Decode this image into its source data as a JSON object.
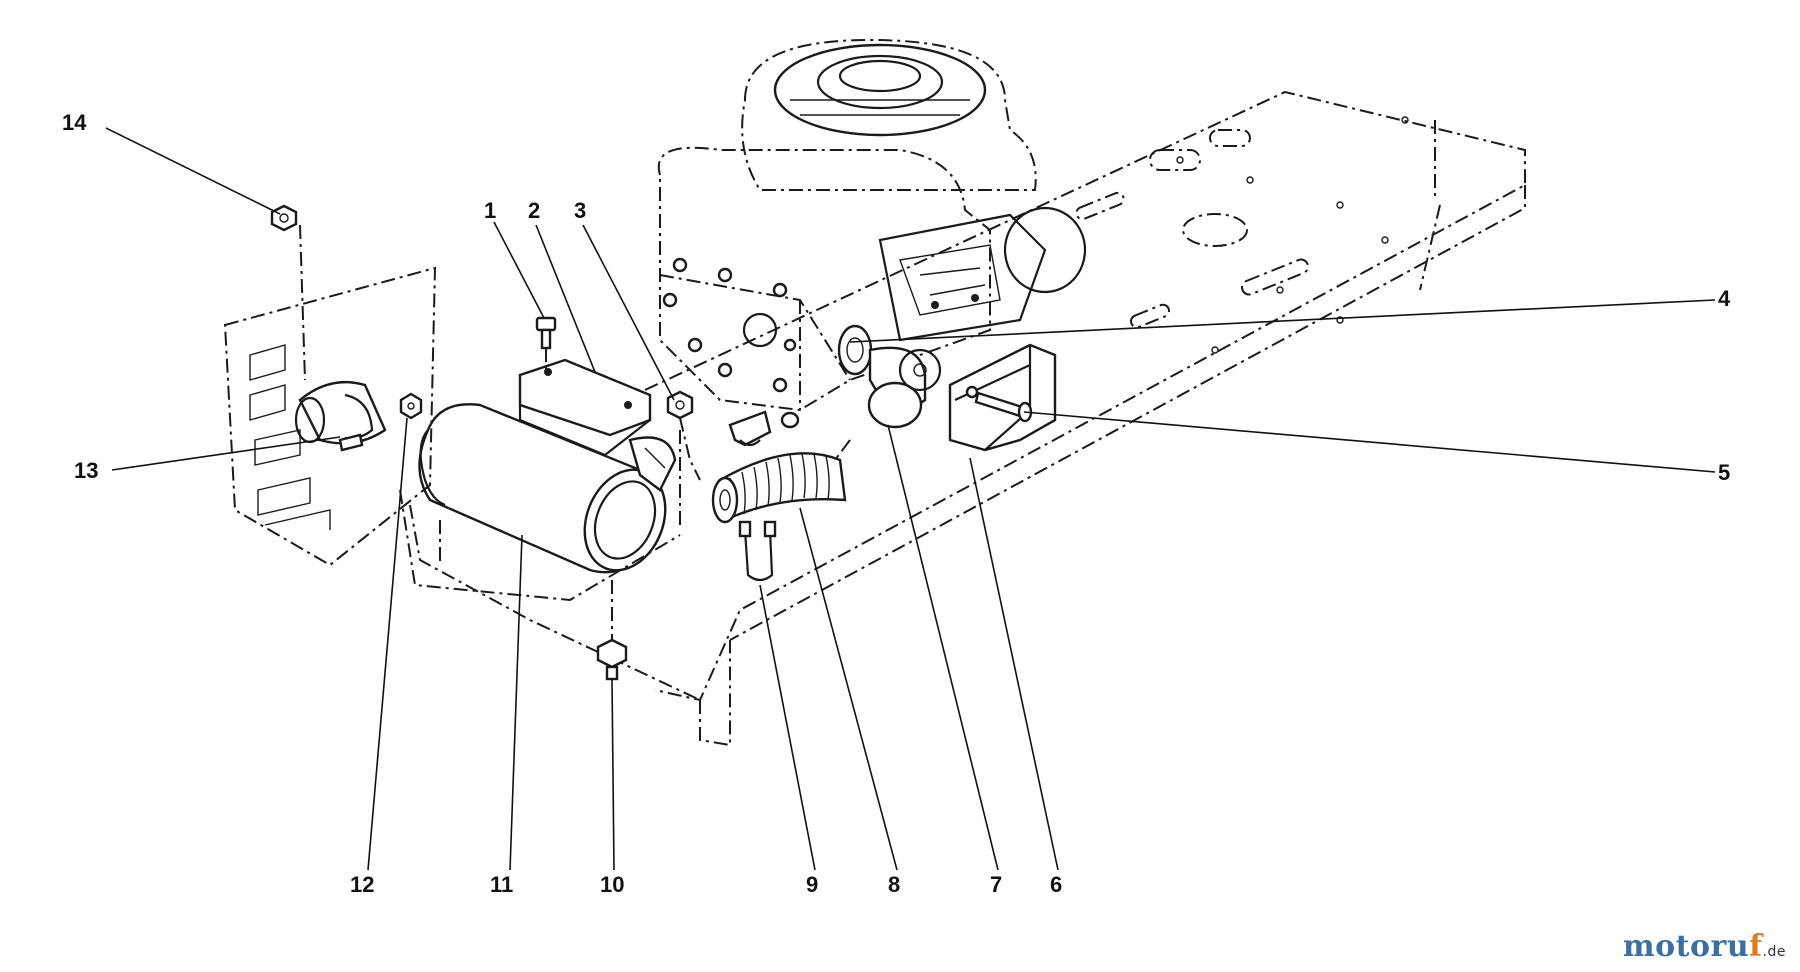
{
  "diagram": {
    "callouts": [
      {
        "id": "1",
        "label": "1"
      },
      {
        "id": "2",
        "label": "2"
      },
      {
        "id": "3",
        "label": "3"
      },
      {
        "id": "4",
        "label": "4"
      },
      {
        "id": "5",
        "label": "5"
      },
      {
        "id": "6",
        "label": "6"
      },
      {
        "id": "7",
        "label": "7"
      },
      {
        "id": "8",
        "label": "8"
      },
      {
        "id": "9",
        "label": "9"
      },
      {
        "id": "10",
        "label": "10"
      },
      {
        "id": "11",
        "label": "11"
      },
      {
        "id": "12",
        "label": "12"
      },
      {
        "id": "13",
        "label": "13"
      },
      {
        "id": "14",
        "label": "14"
      }
    ]
  },
  "watermark": {
    "main": "motoru",
    "accent": "f",
    "tld": ".de"
  },
  "colors": {
    "ink": "#1a1a1a",
    "watermark_blue": "#3a6ea5",
    "watermark_orange": "#e07b20"
  }
}
